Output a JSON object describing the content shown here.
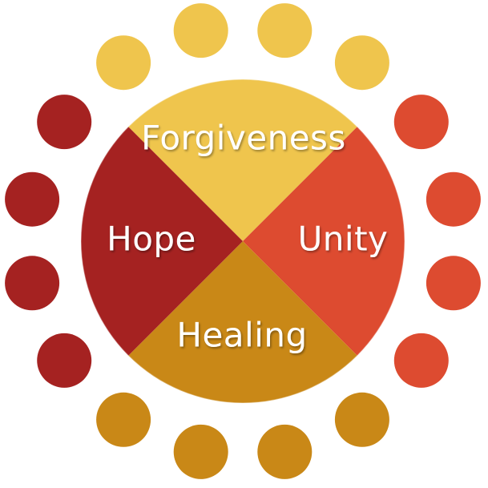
{
  "diagram": {
    "quadrants": [
      {
        "position": "top",
        "label": "Forgiveness",
        "color": "#efc54d"
      },
      {
        "position": "right",
        "label": "Unity",
        "color": "#dd4b30"
      },
      {
        "position": "bottom",
        "label": "Healing",
        "color": "#c98817"
      },
      {
        "position": "left",
        "label": "Hope",
        "color": "#a52221"
      }
    ],
    "dot_groups": [
      {
        "side": "top",
        "count": 4,
        "color": "#efc54d"
      },
      {
        "side": "right",
        "count": 4,
        "color": "#dd4b30"
      },
      {
        "side": "bottom",
        "count": 4,
        "color": "#c98817"
      },
      {
        "side": "left",
        "count": 4,
        "color": "#a52221"
      }
    ],
    "outline_color": "#ffffff"
  }
}
